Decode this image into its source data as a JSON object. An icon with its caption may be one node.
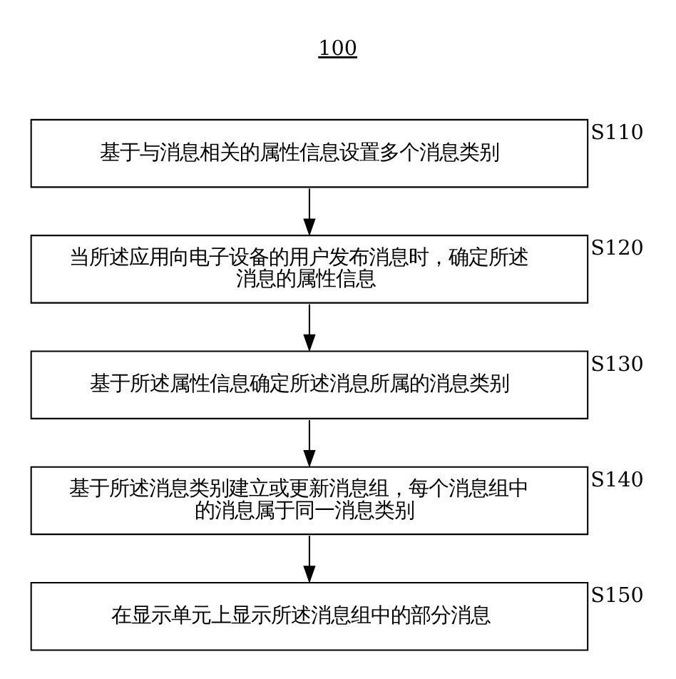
{
  "diagram": {
    "nodes": [
      {
        "text": [
          "基于与消息相关的属性信息设置多个消息类别"
        ],
        "beside": [
          "S110"
        ]
      },
      {
        "text": [
          "当所述应用向电子设备的用户发布消息时，确定所述消息的属性信息"
        ],
        "beside": [
          "S120"
        ]
      },
      {
        "text": [
          "基于所述属性信息确定所述消息所属的消息类别"
        ],
        "beside": [
          "S130"
        ]
      },
      {
        "text": [
          "基于所述消息类别建立或更新消息组，每个消息组中的消息属于同一消息类别"
        ],
        "beside": [
          "S140"
        ]
      },
      {
        "text": [
          "在显示单元上显示所述消息组中的部分消息"
        ],
        "beside": [
          "S150"
        ]
      }
    ],
    "edges": [
      {
        "from": 0,
        "to": 1,
        "arrow": "to"
      },
      {
        "from": 1,
        "to": 2,
        "arrow": "to"
      },
      {
        "from": 2,
        "to": 3,
        "arrow": "to"
      },
      {
        "from": 3,
        "to": 4,
        "arrow": "to"
      }
    ],
    "labels": [
      "100"
    ]
  }
}
